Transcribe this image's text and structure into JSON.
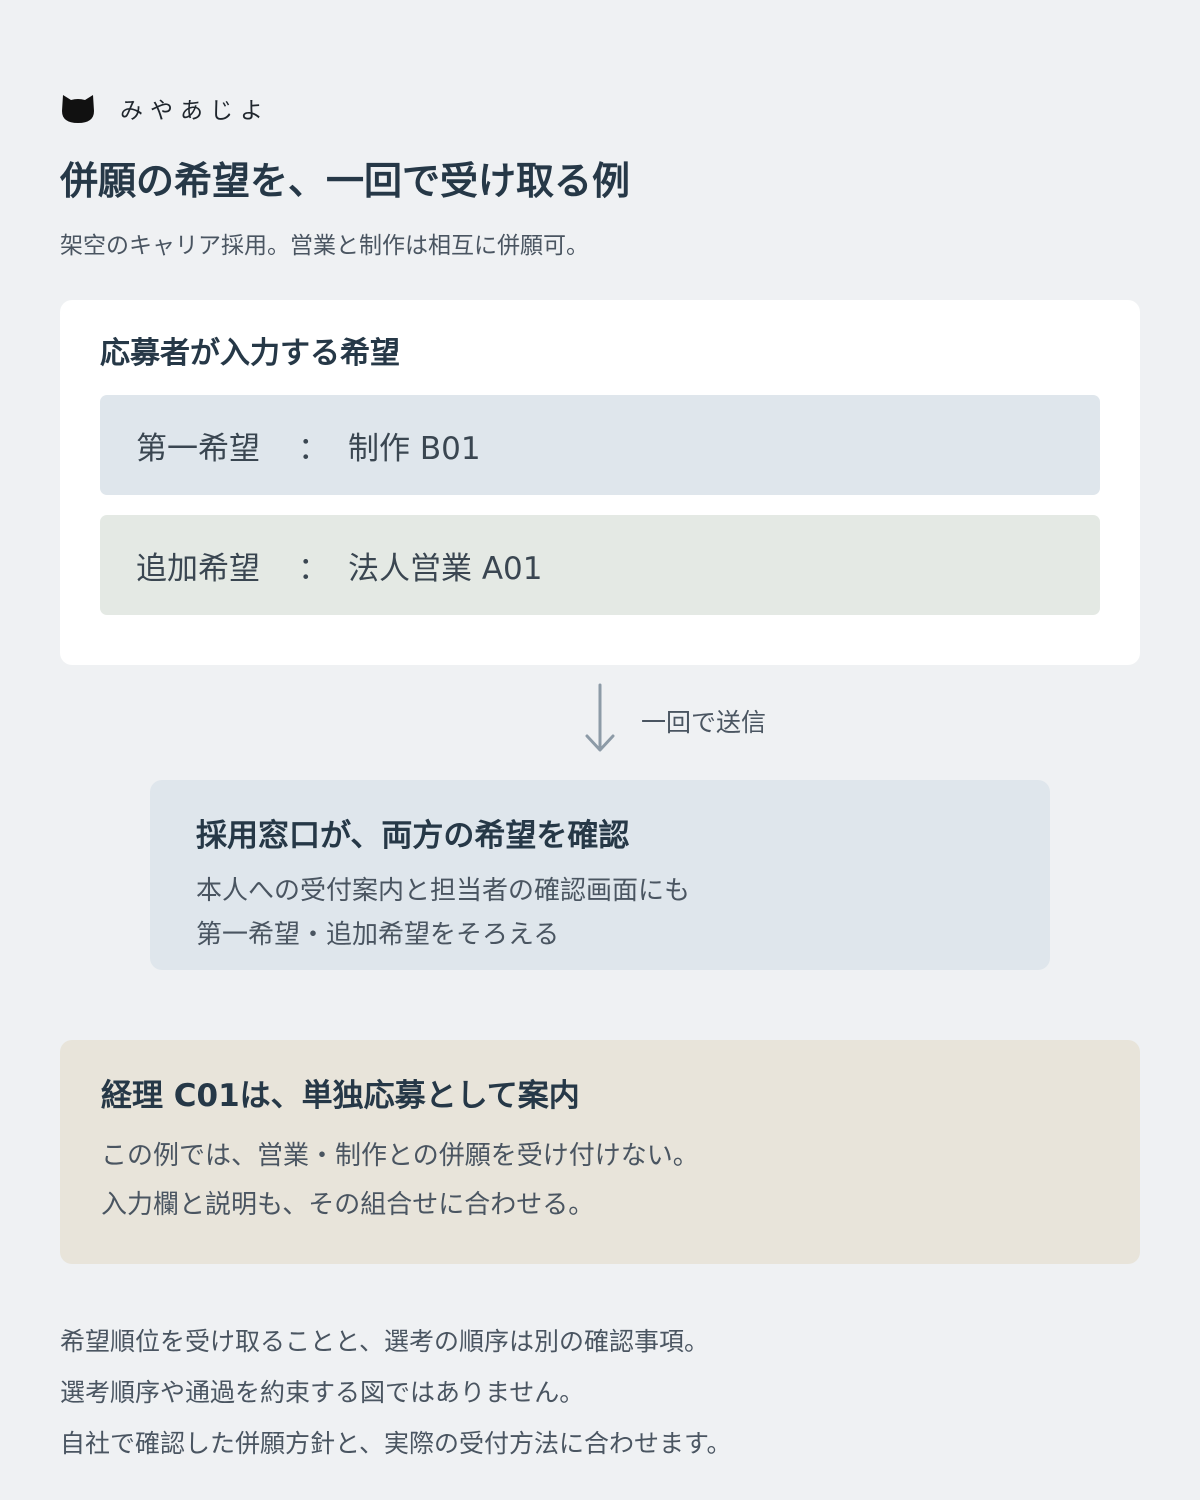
{
  "brand": {
    "name": "みやあじよ",
    "icon": "cat-head-icon"
  },
  "title": "併願の希望を、一回で受け取る例",
  "subtitle": "架空のキャリア採用。営業と制作は相互に併願可。",
  "input_card": {
    "title": "応募者が入力する希望",
    "rows": [
      {
        "label": "第一希望",
        "colon": "：",
        "value": "制作 B01",
        "background": "#dfe6ec"
      },
      {
        "label": "追加希望",
        "colon": "：",
        "value": "法人営業 A01",
        "background": "#e4e9e4"
      }
    ]
  },
  "flow": {
    "arrow_icon": "down-arrow-icon",
    "label": "一回で送信"
  },
  "confirm": {
    "title": "採用窓口が、両方の希望を確認",
    "lines": [
      "本人への受付案内と担当者の確認画面にも",
      "第一希望・追加希望をそろえる"
    ]
  },
  "note": {
    "title": "経理 C01は、単独応募として案内",
    "lines": [
      "この例では、営業・制作との併願を受け付けない。",
      "入力欄と説明も、その組合せに合わせる。"
    ]
  },
  "footer": {
    "lines": [
      "希望順位を受け取ることと、選考の順序は別の確認事項。",
      "選考順序や通過を約束する図ではありません。",
      "自社で確認した併願方針と、実際の受付方法に合わせます。"
    ]
  },
  "colors": {
    "page_background": "#eff1f3",
    "heading": "#263847",
    "body_text": "#4a5561",
    "first_choice_background": "#dfe6ec",
    "additional_choice_background": "#e4e9e4",
    "confirm_background": "#dfe6ec",
    "note_background": "#e8e4da",
    "arrow": "#8d9ba7"
  }
}
